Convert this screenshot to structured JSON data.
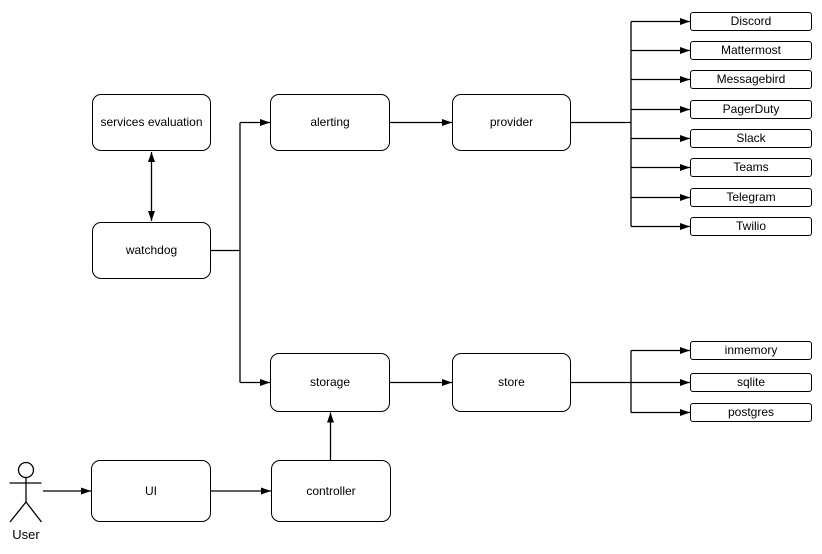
{
  "diagram": {
    "colors": {
      "stroke": "#000000",
      "node_fill": "#ffffff",
      "background": "#ffffff",
      "text": "#000000"
    },
    "actor": {
      "label": "User"
    },
    "nodes": {
      "services_evaluation": "services evaluation",
      "watchdog": "watchdog",
      "alerting": "alerting",
      "provider": "provider",
      "storage": "storage",
      "store": "store",
      "ui": "UI",
      "controller": "controller"
    },
    "providers": [
      "Discord",
      "Mattermost",
      "Messagebird",
      "PagerDuty",
      "Slack",
      "Teams",
      "Telegram",
      "Twilio"
    ],
    "stores": [
      "inmemory",
      "sqlite",
      "postgres"
    ],
    "edges": [
      [
        "services evaluation",
        "watchdog",
        "<->"
      ],
      [
        "watchdog",
        "alerting",
        "->"
      ],
      [
        "watchdog",
        "storage",
        "->"
      ],
      [
        "alerting",
        "provider",
        "->"
      ],
      [
        "provider",
        "Discord",
        "->"
      ],
      [
        "provider",
        "Mattermost",
        "->"
      ],
      [
        "provider",
        "Messagebird",
        "->"
      ],
      [
        "provider",
        "PagerDuty",
        "->"
      ],
      [
        "provider",
        "Slack",
        "->"
      ],
      [
        "provider",
        "Teams",
        "->"
      ],
      [
        "provider",
        "Telegram",
        "->"
      ],
      [
        "provider",
        "Twilio",
        "->"
      ],
      [
        "storage",
        "store",
        "->"
      ],
      [
        "store",
        "inmemory",
        "->"
      ],
      [
        "store",
        "sqlite",
        "->"
      ],
      [
        "store",
        "postgres",
        "->"
      ],
      [
        "User",
        "UI",
        "->"
      ],
      [
        "UI",
        "controller",
        "->"
      ],
      [
        "controller",
        "storage",
        "->"
      ]
    ]
  }
}
